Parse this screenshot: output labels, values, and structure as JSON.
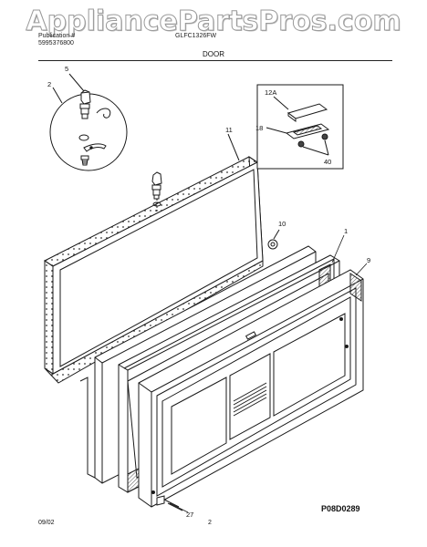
{
  "watermark": "AppliancePartsPros.com",
  "header": {
    "publication_label": "Publication #",
    "publication_number": "5995376800",
    "model": "GLFC1326FW",
    "section_title": "DOOR"
  },
  "callouts": {
    "c5": "5",
    "c2": "2",
    "c11": "11",
    "c12a": "12A",
    "c18": "18",
    "c40": "40",
    "c10": "10",
    "c1": "1",
    "c9": "9",
    "c27": "27"
  },
  "footer": {
    "date": "09/02",
    "page": "2",
    "diagram_code": "P08D0289"
  },
  "colors": {
    "line": "#1a1a1a",
    "watermark_stroke": "#9a9a9a",
    "hatch": "#555555"
  }
}
